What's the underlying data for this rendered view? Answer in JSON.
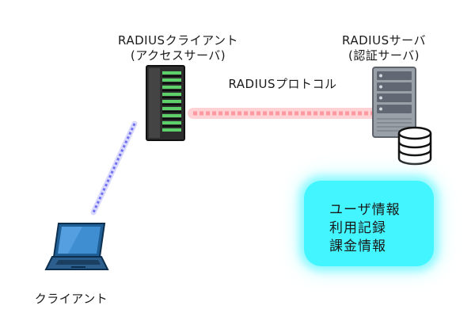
{
  "client_server": {
    "title": "RADIUSクライアント",
    "subtitle": "(アクセスサーバ)"
  },
  "radius_server": {
    "title": "RADIUSサーバ",
    "subtitle": "(認証サーバ)"
  },
  "protocol_label": "RADIUSプロトコル",
  "client_label": "クライアント",
  "info_box": {
    "lines": [
      "ユーザ情報",
      "利用記録",
      "課金情報"
    ]
  },
  "colors": {
    "protocol_link": "#ff9aa0",
    "client_link": "#7d7df2",
    "info_box": "#43f5ff"
  },
  "icons": {
    "client_server": "server-rack-icon",
    "radius_server": "tower-server-icon",
    "database": "database-icon",
    "client": "laptop-icon"
  }
}
